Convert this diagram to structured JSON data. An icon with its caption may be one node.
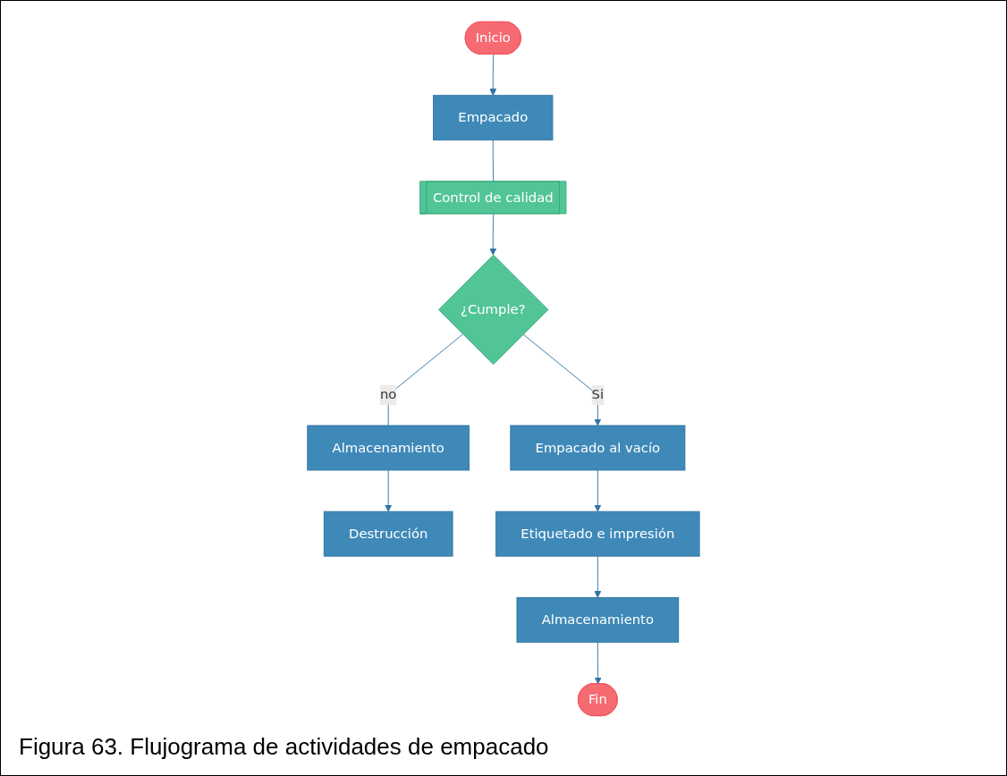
{
  "diagram": {
    "caption": "Figura 63. Flujograma de actividades de empacado",
    "nodes": [
      {
        "text": [
          "Inicio"
        ]
      },
      {
        "text": [
          "Empacado"
        ]
      },
      {
        "text": [
          "Control de calidad"
        ]
      },
      {
        "text": [
          "¿Cumple?"
        ]
      },
      {
        "text": [
          "Almacenamiento"
        ]
      },
      {
        "text": [
          "Destrucción"
        ]
      },
      {
        "text": [
          "Empacado al vacío"
        ]
      },
      {
        "text": [
          "Etiquetado e impresión"
        ]
      },
      {
        "text": [
          "Almacenamiento"
        ]
      },
      {
        "text": [
          "Fin"
        ]
      }
    ],
    "edges": [
      {
        "from": 0,
        "to": 1,
        "arrow": "to"
      },
      {
        "from": 1,
        "to": 2,
        "arrow": "none"
      },
      {
        "from": 2,
        "to": 3,
        "arrow": "to"
      },
      {
        "from": 3,
        "to": 4,
        "arrow": "none",
        "label": "no"
      },
      {
        "from": 4,
        "to": 5,
        "arrow": "to"
      },
      {
        "from": 3,
        "to": 6,
        "arrow": "to",
        "label": "Si"
      },
      {
        "from": 6,
        "to": 7,
        "arrow": "to"
      },
      {
        "from": 7,
        "to": 8,
        "arrow": "to"
      },
      {
        "from": 8,
        "to": 9,
        "arrow": "to"
      }
    ]
  }
}
